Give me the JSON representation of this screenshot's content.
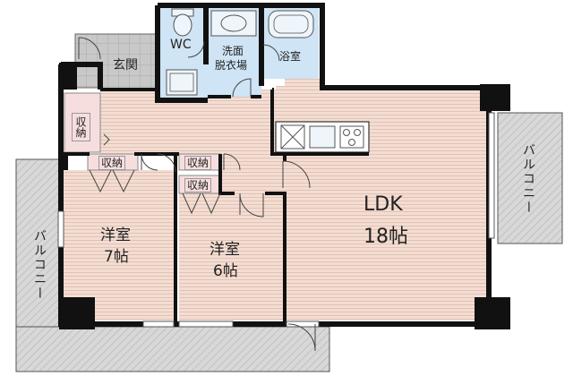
{
  "rooms": {
    "wc": "WC",
    "washroom": [
      "洗面",
      "脱衣場"
    ],
    "bath": "浴室",
    "entrance": "玄関",
    "ldk": [
      "LDK",
      "18帖"
    ],
    "western1": [
      "洋室",
      "7帖"
    ],
    "western2": [
      "洋室",
      "6帖"
    ],
    "balcony_right": "バルコニー",
    "balcony_left": "バルコニー"
  },
  "storage": {
    "entrance_closet": "収納",
    "room1_closet": "収納",
    "hall_closet_upper": "収納",
    "hall_closet_lower": "収納"
  },
  "colors": {
    "floor_wood": "#f3ddd3",
    "floor_line": "#e2c2b3",
    "wet_area": "#cfe4f4",
    "wall": "#111111",
    "balcony": "#d5d5d5",
    "storage": "#f7dede"
  }
}
